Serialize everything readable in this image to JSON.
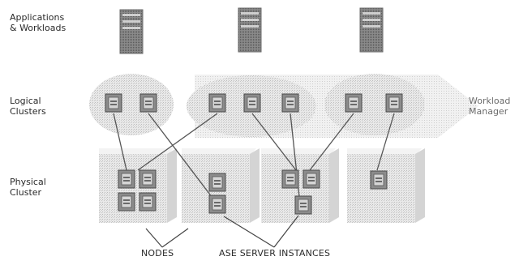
{
  "labels": {
    "applications_line1": "Applications",
    "applications_line2": "& Workloads",
    "logical_line1": "Logical",
    "logical_line2": "Clusters",
    "physical_line1": "Physical",
    "physical_line2": "Cluster",
    "workload_line1": "Workload",
    "workload_line2": "Manager",
    "nodes": "NODES",
    "ase_instances": "ASE SERVER INSTANCES"
  },
  "structure": {
    "application_servers": 3,
    "logical_clusters": 3,
    "logical_cluster_instances": [
      2,
      3,
      2
    ],
    "physical_nodes": 4,
    "physical_node_instances": [
      4,
      2,
      3,
      1
    ]
  }
}
